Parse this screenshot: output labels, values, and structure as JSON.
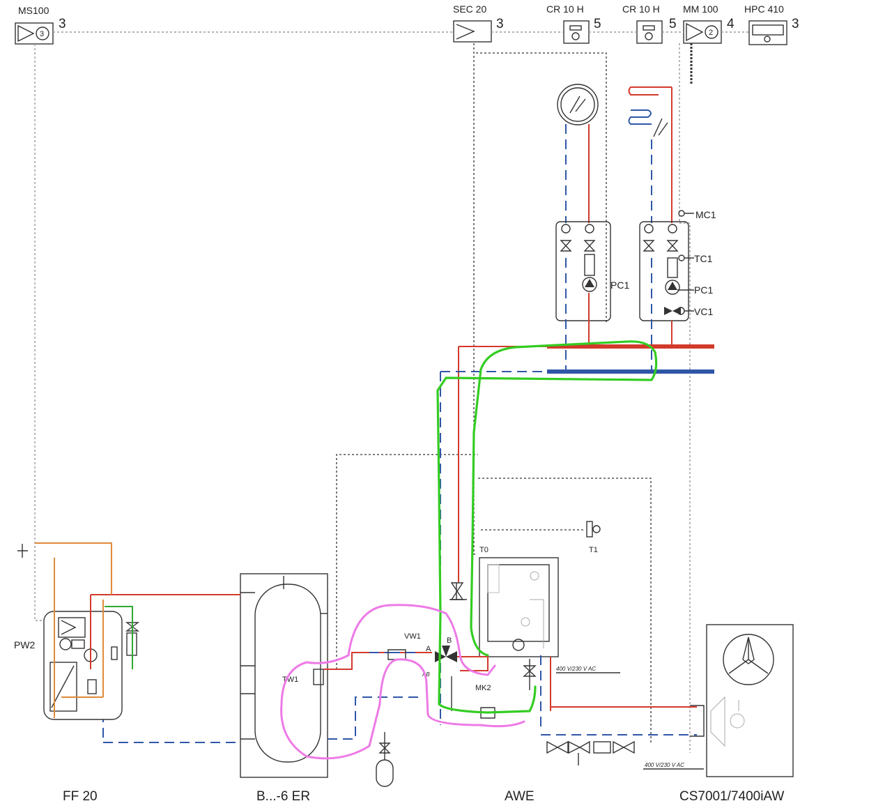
{
  "top_devices": {
    "ms100": {
      "name": "MS100",
      "num": "3"
    },
    "sec20": {
      "name": "SEC 20",
      "num": "3"
    },
    "cr10h_1": {
      "name": "CR 10 H",
      "num": "5"
    },
    "cr10h_2": {
      "name": "CR 10 H",
      "num": "5"
    },
    "mm100": {
      "name": "MM 100",
      "num": "4"
    },
    "hpc410": {
      "name": "HPC 410",
      "num": "3"
    }
  },
  "circuit_labels": {
    "mc1": "MC1",
    "tc1": "TC1",
    "pc1_right": "PC1",
    "vc1": "VC1",
    "pc1_left": "PC1"
  },
  "sensor_labels": {
    "t0": "T0",
    "t1": "T1",
    "tw1": "TW1",
    "vw1": "VW1",
    "port_a": "A",
    "port_b": "B",
    "port_ab": "AB",
    "mk2": "MK2",
    "pw2": "PW2"
  },
  "electrical": {
    "awe_supply": "400 V/230 V AC",
    "hp_supply": "400 V/230 V AC"
  },
  "bottom_labels": {
    "ff20": "FF 20",
    "tank": "B...-6 ER",
    "awe": "AWE",
    "heat_pump": "CS7001/7400iAW"
  },
  "colors": {
    "supply": "#d23a2c",
    "return": "#2f56a8",
    "dhw": "#e08a3a",
    "cold": "#2fa82f",
    "annotation_green": "#33cc22",
    "annotation_pink": "#ee7ae6"
  }
}
